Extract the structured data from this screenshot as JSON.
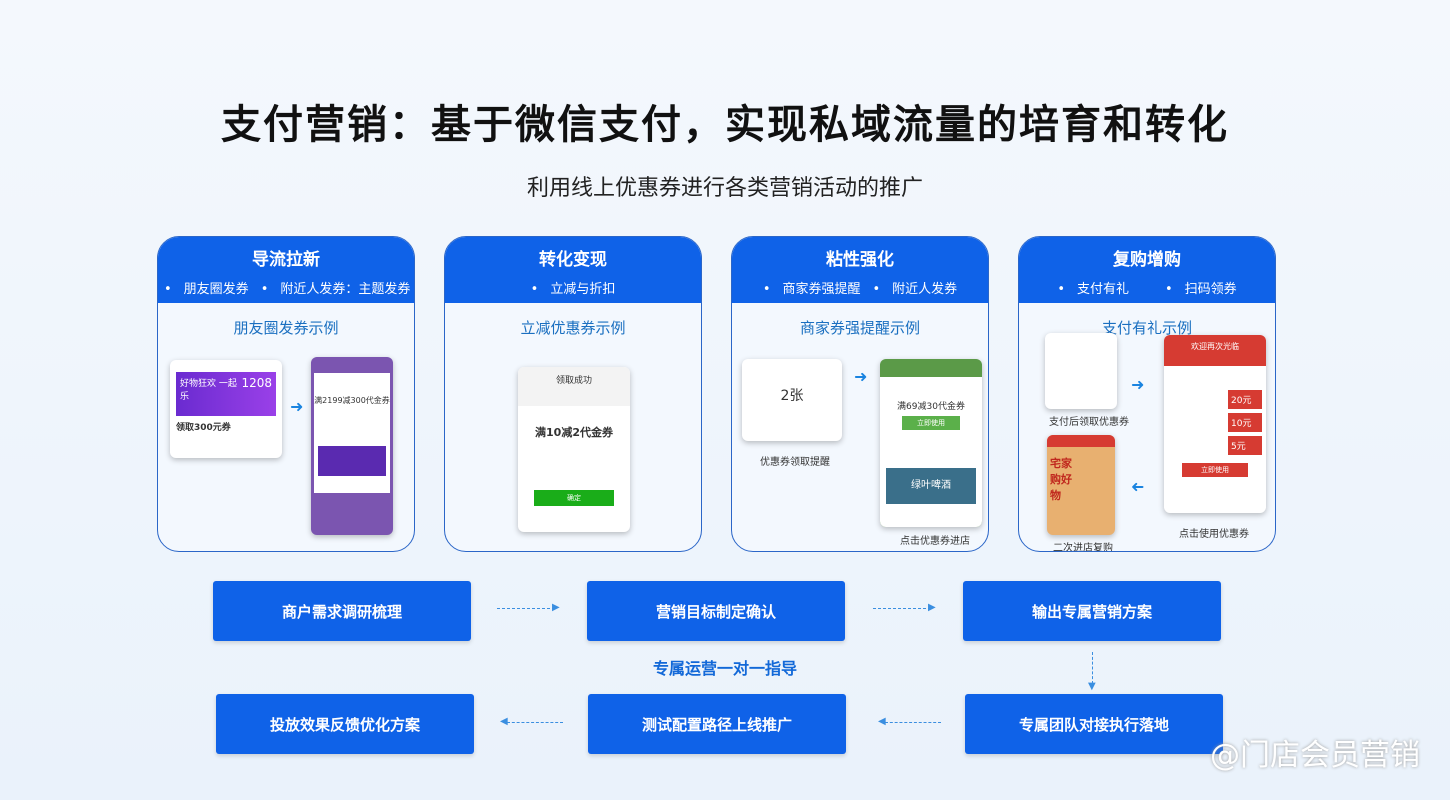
{
  "title": "支付营销：基于微信支付，实现私域流量的培育和转化",
  "subtitle": "利用线上优惠券进行各类营销活动的推广",
  "cards": [
    {
      "heading": "导流拉新",
      "bullets": [
        "朋友圈发券",
        "附近人发券：主题发券"
      ],
      "example": "朋友圈发券示例",
      "mock": {
        "ad_num": "1208",
        "ad_text": "好物狂欢 一起乐",
        "coupon": "满2199减300代金券",
        "item": "领取300元券"
      }
    },
    {
      "heading": "转化变现",
      "bullets": [
        "立减与折扣"
      ],
      "example": "立减优惠券示例",
      "mock": {
        "status": "领取成功",
        "coupon": "满10减2代金券",
        "button": "确定"
      }
    },
    {
      "heading": "粘性强化",
      "bullets": [
        "商家券强提醒",
        "附近人发券"
      ],
      "example": "商家券强提醒示例",
      "mock": {
        "count": "2张",
        "coupon": "满69减30代金券",
        "button": "立即使用",
        "banner": "绿叶啤酒"
      },
      "captions": [
        "优惠券领取提醒",
        "点击优惠券进店"
      ]
    },
    {
      "heading": "复购增购",
      "bullets": [
        "支付有礼",
        "扫码领券"
      ],
      "example": "支付有礼示例",
      "mock": {
        "banner": "欢迎再次光临",
        "values": [
          "20元",
          "10元",
          "5元"
        ],
        "promo": "宅家购好物",
        "button": "立即使用"
      },
      "captions": [
        "支付后领取优惠券",
        "点击使用优惠券",
        "二次进店复购"
      ]
    }
  ],
  "flow": {
    "row1": [
      "商户需求调研梳理",
      "营销目标制定确认",
      "输出专属营销方案"
    ],
    "row2": [
      "投放效果反馈优化方案",
      "测试配置路径上线推广",
      "专属团队对接执行落地"
    ],
    "center_label": "专属运营一对一指导"
  },
  "watermark": "@门店会员营销",
  "colors": {
    "primary": "#0f62e8",
    "accent_text": "#1a6fc0"
  }
}
